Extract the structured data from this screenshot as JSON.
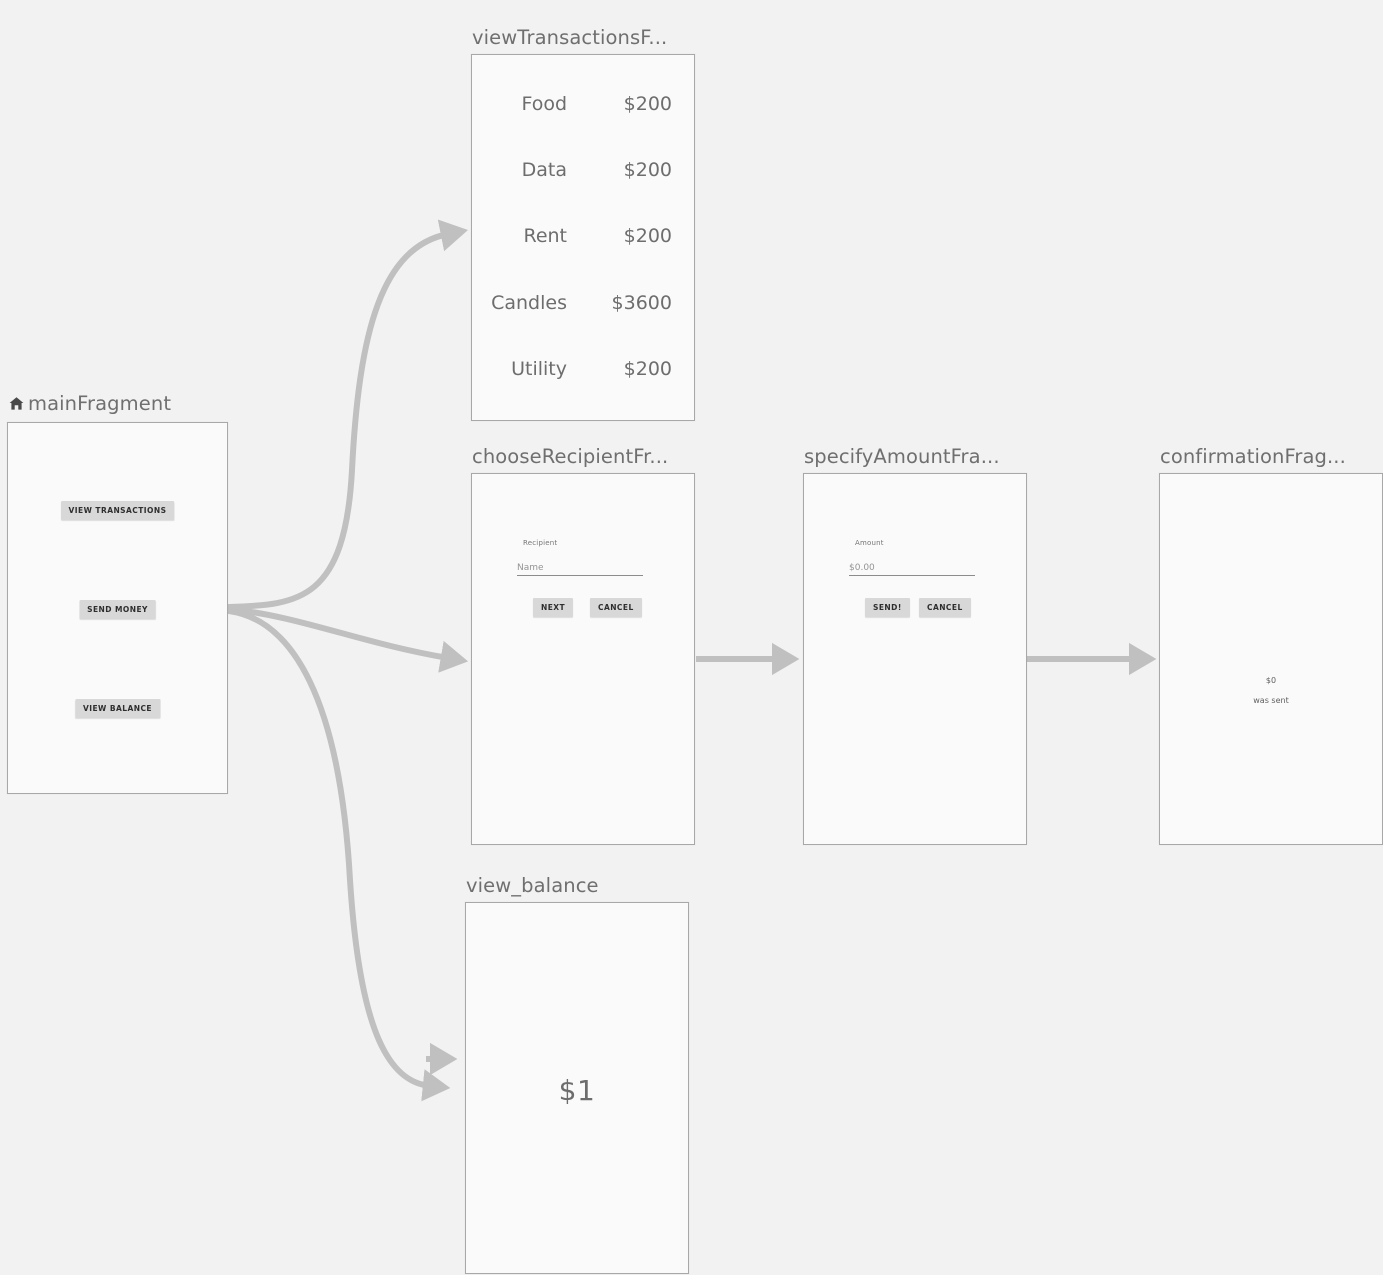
{
  "editor": {
    "name": "navigation-graph-editor",
    "background_color": "#f2f2f2",
    "frame_border_color": "#a8a8a8",
    "frame_fill_color": "#fafafa",
    "label_color": "#6f6f6f",
    "connector_color": "#c0c0c0"
  },
  "destinations": {
    "main": {
      "label": "mainFragment",
      "is_start_destination": true,
      "start_icon": "home-icon",
      "buttons": [
        {
          "label": "VIEW TRANSACTIONS"
        },
        {
          "label": "SEND MONEY"
        },
        {
          "label": "VIEW BALANCE"
        }
      ]
    },
    "view_transactions": {
      "label": "viewTransactionsF...",
      "transactions": [
        {
          "name": "Food",
          "amount": "$200"
        },
        {
          "name": "Data",
          "amount": "$200"
        },
        {
          "name": "Rent",
          "amount": "$200"
        },
        {
          "name": "Candles",
          "amount": "$3600"
        },
        {
          "name": "Utility",
          "amount": "$200"
        }
      ]
    },
    "choose_recipient": {
      "label": "chooseRecipientFr...",
      "field_label": "Recipient",
      "field_placeholder": "Name",
      "primary_button": "NEXT",
      "secondary_button": "CANCEL"
    },
    "specify_amount": {
      "label": "specifyAmountFra...",
      "field_label": "Amount",
      "field_placeholder": "$0.00",
      "primary_button": "SEND!",
      "secondary_button": "CANCEL"
    },
    "confirmation": {
      "label": "confirmationFrag...",
      "amount": "$0",
      "message": "was sent"
    },
    "view_balance": {
      "label": "view_balance",
      "amount": "$1"
    }
  },
  "actions": [
    {
      "name": "main-to-view-transactions",
      "from": "mainFragment",
      "to": "viewTransactionsFragment"
    },
    {
      "name": "main-to-choose-recipient",
      "from": "mainFragment",
      "to": "chooseRecipientFragment"
    },
    {
      "name": "main-to-view-balance",
      "from": "mainFragment",
      "to": "view_balance"
    },
    {
      "name": "choose-recipient-to-specify-amount",
      "from": "chooseRecipientFragment",
      "to": "specifyAmountFragment"
    },
    {
      "name": "specify-amount-to-confirmation",
      "from": "specifyAmountFragment",
      "to": "confirmationFragment"
    },
    {
      "name": "global-action-to-view-balance",
      "from": "global",
      "to": "view_balance"
    }
  ]
}
